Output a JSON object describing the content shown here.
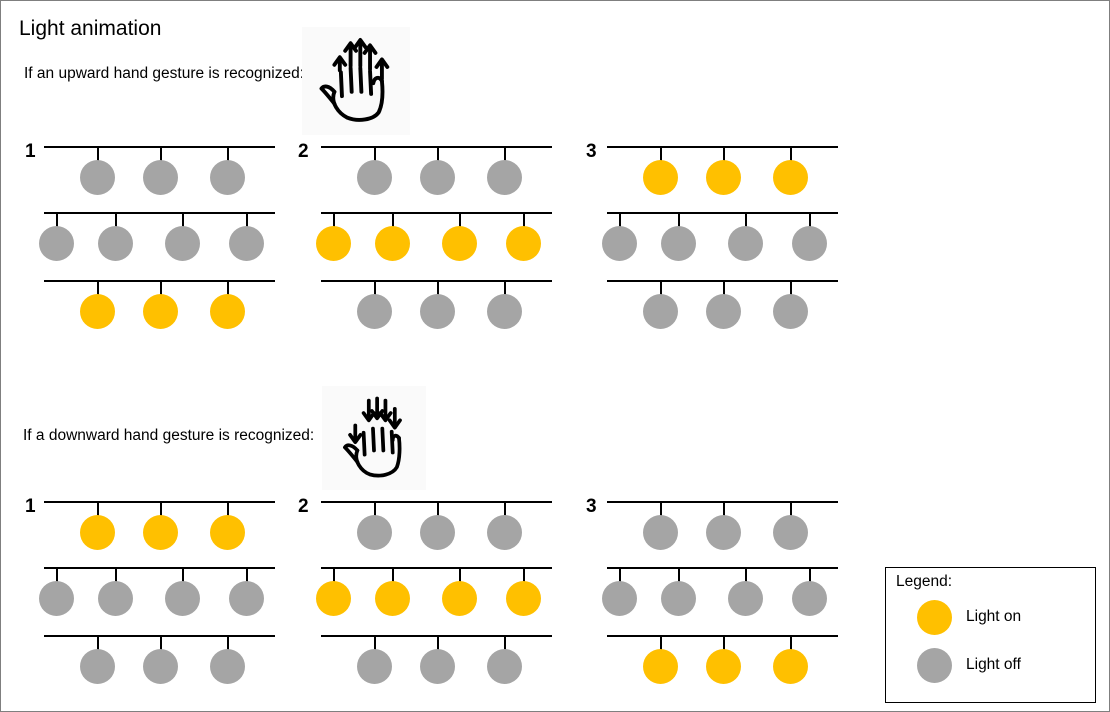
{
  "title": "Light animation",
  "colors": {
    "on": "#FFC000",
    "off": "#A5A5A5"
  },
  "sections": [
    {
      "prompt": "If an upward hand gesture is recognized:",
      "gesture_icon": "hand-swipe-up-icon",
      "steps": [
        {
          "label": "1",
          "rows": [
            [
              false,
              false,
              false
            ],
            [
              false,
              false,
              false,
              false
            ],
            [
              true,
              true,
              true
            ]
          ]
        },
        {
          "label": "2",
          "rows": [
            [
              false,
              false,
              false
            ],
            [
              true,
              true,
              true,
              true
            ],
            [
              false,
              false,
              false
            ]
          ]
        },
        {
          "label": "3",
          "rows": [
            [
              true,
              true,
              true
            ],
            [
              false,
              false,
              false,
              false
            ],
            [
              false,
              false,
              false
            ]
          ]
        }
      ]
    },
    {
      "prompt": "If a downward hand gesture is recognized:",
      "gesture_icon": "hand-swipe-down-icon",
      "steps": [
        {
          "label": "1",
          "rows": [
            [
              true,
              true,
              true
            ],
            [
              false,
              false,
              false,
              false
            ],
            [
              false,
              false,
              false
            ]
          ]
        },
        {
          "label": "2",
          "rows": [
            [
              false,
              false,
              false
            ],
            [
              true,
              true,
              true,
              true
            ],
            [
              false,
              false,
              false
            ]
          ]
        },
        {
          "label": "3",
          "rows": [
            [
              false,
              false,
              false
            ],
            [
              false,
              false,
              false,
              false
            ],
            [
              true,
              true,
              true
            ]
          ]
        }
      ]
    }
  ],
  "legend": {
    "title": "Legend:",
    "on_label": "Light on",
    "off_label": "Light off"
  }
}
